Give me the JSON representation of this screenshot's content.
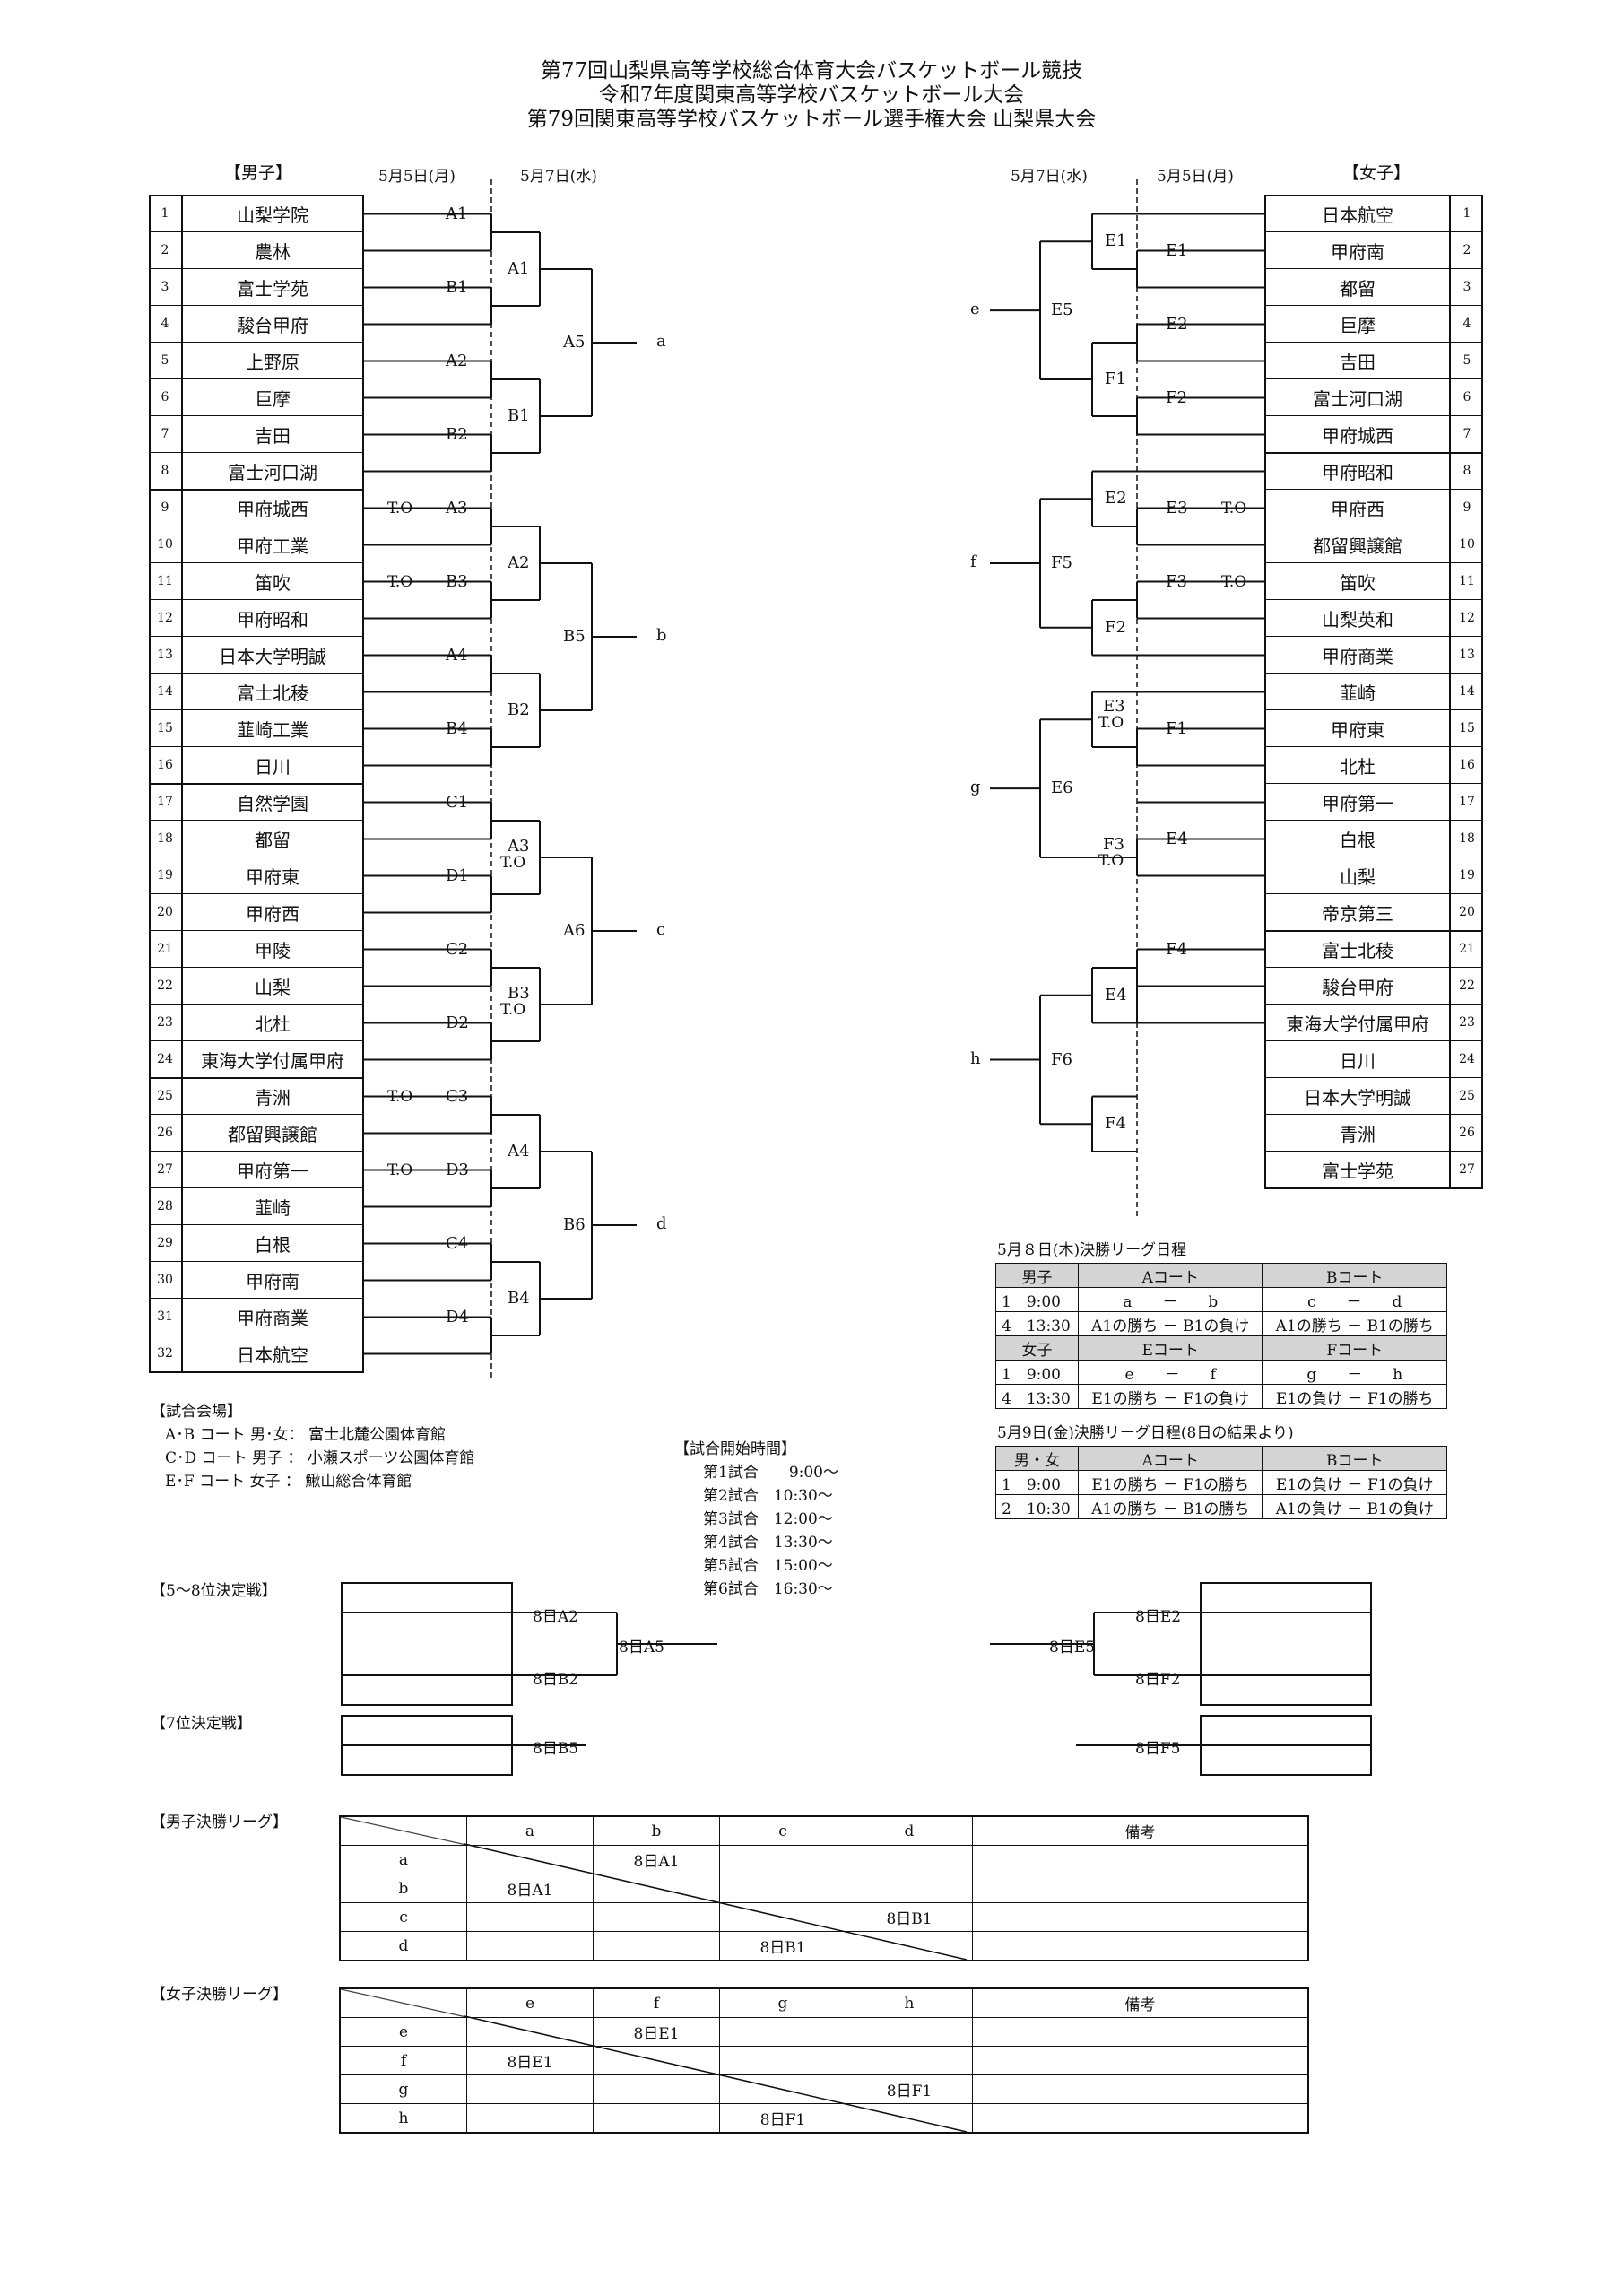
{
  "titles": [
    "第77回山梨県高等学校総合体育大会バスケットボール競技",
    "令和7年度関東高等学校バスケットボール大会",
    "第79回関東高等学校バスケットボール選手権大会 山梨県大会"
  ],
  "headers": {
    "boys": "【男子】",
    "girls": "【女子】",
    "boys_d1": "5月5日(月)",
    "boys_d2": "5月7日(水)",
    "girls_d2": "5月7日(水)",
    "girls_d1": "5月5日(月)"
  },
  "boys_teams": [
    "山梨学院",
    "農林",
    "富士学苑",
    "駿台甲府",
    "上野原",
    "巨摩",
    "吉田",
    "富士河口湖",
    "甲府城西",
    "甲府工業",
    "笛吹",
    "甲府昭和",
    "日本大学明誠",
    "富士北稜",
    "韮崎工業",
    "日川",
    "自然学園",
    "都留",
    "甲府東",
    "甲府西",
    "甲陵",
    "山梨",
    "北杜",
    "東海大学付属甲府",
    "青洲",
    "都留興譲館",
    "甲府第一",
    "韮崎",
    "白根",
    "甲府南",
    "甲府商業",
    "日本航空"
  ],
  "girls_teams": [
    "日本航空",
    "甲府南",
    "都留",
    "巨摩",
    "吉田",
    "富士河口湖",
    "甲府城西",
    "甲府昭和",
    "甲府西",
    "都留興譲館",
    "笛吹",
    "山梨英和",
    "甲府商業",
    "韮崎",
    "甲府東",
    "北杜",
    "甲府第一",
    "白根",
    "山梨",
    "帝京第三",
    "富士北稜",
    "駿台甲府",
    "東海大学付属甲府",
    "日川",
    "日本大学明誠",
    "青洲",
    "富士学苑"
  ],
  "boys_labels": {
    "r1": [
      "A1",
      "B1",
      "A2",
      "B2",
      "A3",
      "B3",
      "A4",
      "B4",
      "C1",
      "D1",
      "C2",
      "D2",
      "C3",
      "D3",
      "C4",
      "D4"
    ],
    "r1_to": [
      "",
      "",
      "",
      "",
      "T.O",
      "T.O",
      "",
      "",
      "",
      "",
      "",
      "",
      "T.O",
      "T.O",
      "",
      ""
    ],
    "r2": [
      "A1",
      "B1",
      "A2",
      "B2",
      "A3",
      "B3",
      "A4",
      "B4"
    ],
    "r2_to": [
      "",
      "",
      "",
      "",
      "T.O",
      "T.O",
      "",
      ""
    ],
    "r3": [
      "A5",
      "B5",
      "A6",
      "B6"
    ],
    "final": [
      "a",
      "b",
      "c",
      "d"
    ]
  },
  "girls_labels": {
    "r1": [
      "E1",
      "E2",
      "F2",
      "E3",
      "F3",
      "F1",
      "E4",
      "F4",
      "E5",
      "F5",
      "F6"
    ],
    "r1_to": [
      "",
      "",
      "",
      "T.O",
      "T.O",
      "",
      "",
      "",
      "",
      "",
      ""
    ],
    "r2": [
      "E1",
      "F1",
      "E2",
      "F2",
      "E3",
      "F3",
      "E4",
      "F4"
    ],
    "r2_to": [
      "",
      "",
      "",
      "",
      "T.O",
      "T.O",
      "",
      ""
    ],
    "r3": [
      "E5",
      "F5",
      "E6",
      "F6"
    ],
    "final": [
      "e",
      "f",
      "g",
      "h"
    ]
  },
  "schedule": {
    "title1": "5月８日(木)決勝リーグ日程",
    "rows1": [
      {
        "c": [
          "男子",
          "Aコート",
          "Bコート"
        ],
        "gray": true
      },
      {
        "c": [
          "1　9:00",
          "a　　－　　b",
          "c　　－　　d"
        ]
      },
      {
        "c": [
          "4　13:30",
          "A1の勝ち － B1の負け",
          "A1の勝ち － B1の勝ち"
        ]
      },
      {
        "c": [
          "女子",
          "Eコート",
          "Fコート"
        ],
        "gray": true
      },
      {
        "c": [
          "1　9:00",
          "e　　－　　f",
          "g　　－　　h"
        ]
      },
      {
        "c": [
          "4　13:30",
          "E1の勝ち － F1の負け",
          "E1の負け － F1の勝ち"
        ]
      }
    ],
    "title2": "5月9日(金)決勝リーグ日程(8日の結果より)",
    "rows2": [
      {
        "c": [
          "男・女",
          "Aコート",
          "Bコート"
        ],
        "gray": true
      },
      {
        "c": [
          "1　9:00",
          "E1の勝ち － F1の勝ち",
          "E1の負け － F1の負け"
        ]
      },
      {
        "c": [
          "2　10:30",
          "A1の勝ち － B1の勝ち",
          "A1の負け － B1の負け"
        ]
      }
    ]
  },
  "venue": {
    "title": "【試合会場】",
    "lines": [
      "A･B コート 男･女： 富士北麓公園体育館",
      "C･D コート 男子 ： 小瀬スポーツ公園体育館",
      "E･F コート 女子 ： 鰍山総合体育館"
    ]
  },
  "times": {
    "title": "【試合開始時間】",
    "lines": [
      "第1試合　　9:00～",
      "第2試合　10:30～",
      "第3試合　12:00～",
      "第4試合　13:30～",
      "第5試合　15:00～",
      "第6試合　16:30～"
    ]
  },
  "placement": {
    "title58": "【5～8位決定戦】",
    "title7": "【7位決定戦】",
    "boys": [
      "8日A2",
      "8日B2",
      "8日A5",
      "8日B5"
    ],
    "girls": [
      "8日E2",
      "8日F2",
      "8日E5",
      "8日F5"
    ]
  },
  "league_boys": {
    "title": "【男子決勝リーグ】",
    "cols": [
      "a",
      "b",
      "c",
      "d",
      "備考"
    ],
    "rows": [
      {
        "h": "a",
        "c": [
          "",
          "8日A1",
          "",
          ""
        ]
      },
      {
        "h": "b",
        "c": [
          "8日A1",
          "",
          "",
          ""
        ]
      },
      {
        "h": "c",
        "c": [
          "",
          "",
          "",
          "8日B1"
        ]
      },
      {
        "h": "d",
        "c": [
          "",
          "",
          "8日B1",
          ""
        ]
      }
    ]
  },
  "league_girls": {
    "title": "【女子決勝リーグ】",
    "cols": [
      "e",
      "f",
      "g",
      "h",
      "備考"
    ],
    "rows": [
      {
        "h": "e",
        "c": [
          "",
          "8日E1",
          "",
          ""
        ]
      },
      {
        "h": "f",
        "c": [
          "8日E1",
          "",
          "",
          ""
        ]
      },
      {
        "h": "g",
        "c": [
          "",
          "",
          "",
          "8日F1"
        ]
      },
      {
        "h": "h",
        "c": [
          "",
          "",
          "8日F1",
          ""
        ]
      }
    ]
  }
}
